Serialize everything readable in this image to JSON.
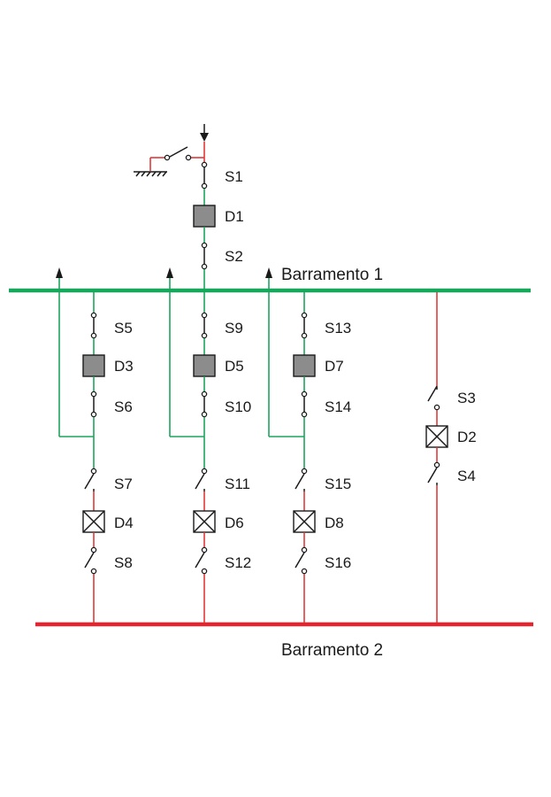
{
  "colors": {
    "busbar_1": "#16a85a",
    "busbar_2": "#e8232e",
    "green_wire": "#1fa35f",
    "red_wire": "#e23a3a",
    "disconnector_fill": "#8c8c8c"
  },
  "buses": {
    "bus1_label": "Barramento 1",
    "bus2_label": "Barramento 2"
  },
  "incoming": {
    "switches": [
      "S1",
      "S2"
    ],
    "device": "D1",
    "earthing": "ground-icon"
  },
  "coupler": {
    "switches": [
      "S3",
      "S4"
    ],
    "device": "D2"
  },
  "feeders": [
    {
      "bypass_switches": [
        "S5",
        "S6"
      ],
      "bypass_device": "D3",
      "breaker_switches": [
        "S7",
        "S8"
      ],
      "breaker_device": "D4"
    },
    {
      "bypass_switches": [
        "S9",
        "S10"
      ],
      "bypass_device": "D5",
      "breaker_switches": [
        "S11",
        "S12"
      ],
      "breaker_device": "D6"
    },
    {
      "bypass_switches": [
        "S13",
        "S14"
      ],
      "bypass_device": "D7",
      "breaker_switches": [
        "S15",
        "S16"
      ],
      "breaker_device": "D8"
    }
  ],
  "icons": {
    "closed_disconnector": "gray-square",
    "breaker": "crossed-square",
    "arrow": "arrow-up-icon",
    "incoming_arrow": "arrow-down-icon"
  }
}
